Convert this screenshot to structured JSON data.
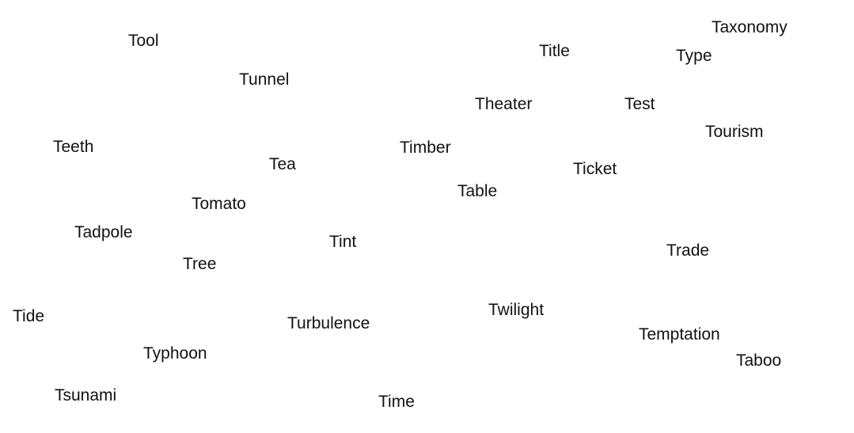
{
  "words": [
    "Tool",
    "Tunnel",
    "Teeth",
    "Tea",
    "Tomato",
    "Tadpole",
    "Tree",
    "Tint",
    "Tide",
    "Turbulence",
    "Typhoon",
    "Tsunami",
    "Time",
    "Title",
    "Theater",
    "Timber",
    "Table",
    "Ticket",
    "Test",
    "Type",
    "Taxonomy",
    "Tourism",
    "Trade",
    "Twilight",
    "Temptation",
    "Taboo"
  ]
}
